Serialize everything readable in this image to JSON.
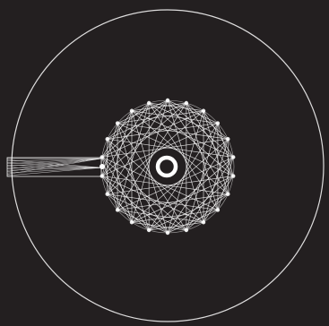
{
  "colors": {
    "background": "#231f20",
    "line": "#ffffff"
  },
  "figure": {
    "outer_ring": "outer-ring",
    "chord_network": "chord-network",
    "center_ring": "center-ring",
    "feed_bundle": "feed-bundle"
  }
}
